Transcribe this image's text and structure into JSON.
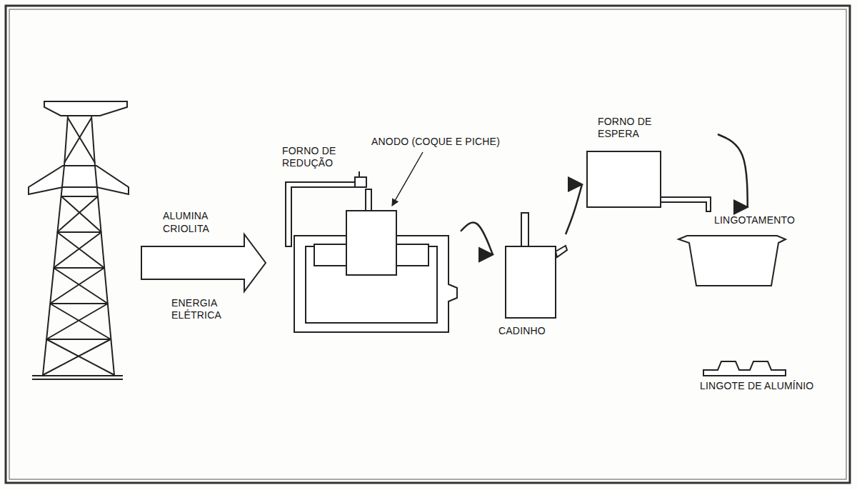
{
  "diagram": {
    "nodes": [
      {
        "text": [
          "FORNO DE REDUÇÃO"
        ]
      },
      {
        "text": [
          "CADINHO"
        ]
      },
      {
        "text": [
          "FORNO DE ESPERA"
        ]
      },
      {
        "text": [
          "LINGOTAMENTO"
        ]
      },
      {
        "text": [
          "LINGOTE DE ALUMÍNIO"
        ]
      }
    ],
    "edges": [
      {
        "from": 0,
        "to": 1,
        "arrow": "to"
      },
      {
        "from": 1,
        "to": 2,
        "arrow": "to"
      },
      {
        "from": 2,
        "to": 3,
        "arrow": "to"
      }
    ],
    "labels": [
      "ALUMINA",
      "CRIOLITA",
      "ENERGIA ELÉTRICA",
      "ANODO (COQUE E PICHE)"
    ]
  }
}
